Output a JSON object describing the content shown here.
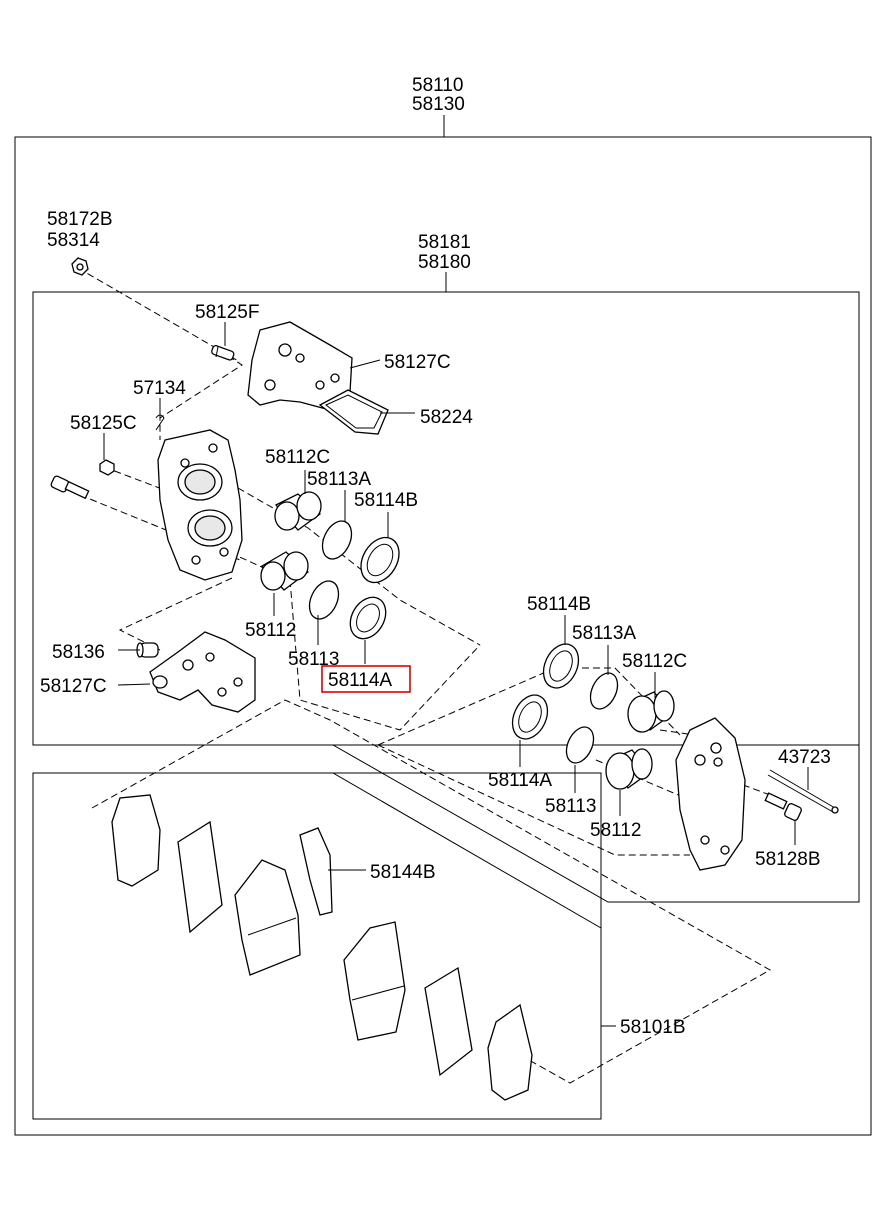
{
  "labels": {
    "assy_top_1": "58110",
    "assy_top_2": "58130",
    "bleeder_1": "58172B",
    "bleeder_2": "58314",
    "caliper_1": "58181",
    "caliper_2": "58180",
    "p58125F": "58125F",
    "p58127C_top": "58127C",
    "p57134": "57134",
    "p58224": "58224",
    "p58125C": "58125C",
    "p58112C_l": "58112C",
    "p58113A_l": "58113A",
    "p58114B_l": "58114B",
    "p58112_l": "58112",
    "p58113_l": "58113",
    "p58114A_l": "58114A",
    "p58136": "58136",
    "p58127C_bot": "58127C",
    "p58114B_r": "58114B",
    "p58113A_r": "58113A",
    "p58112C_r": "58112C",
    "p43723": "43723",
    "p58114A_r": "58114A",
    "p58113_r": "58113",
    "p58112_r": "58112",
    "p58128B": "58128B",
    "p58144B": "58144B",
    "p58101B": "58101B"
  },
  "highlight": {
    "label": "58114A",
    "color": "#e00000"
  }
}
